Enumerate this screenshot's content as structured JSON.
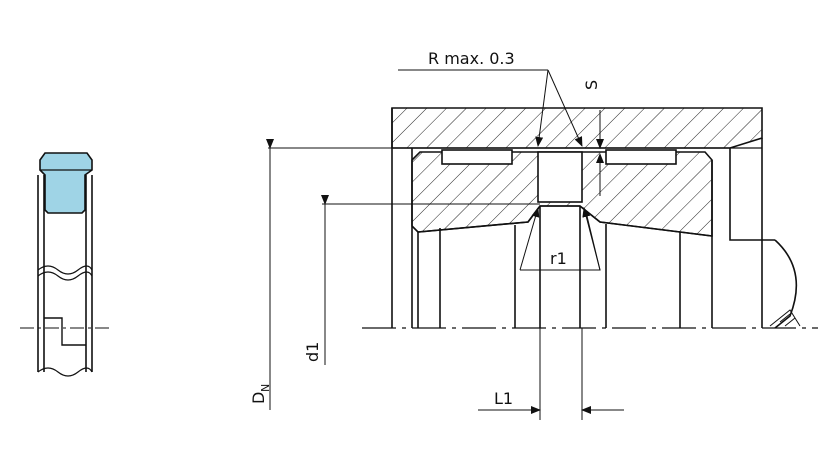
{
  "labels": {
    "radius_note": "R  max. 0.3",
    "s": "S",
    "r1": "r1",
    "d1": "d1",
    "dn_main": "D",
    "dn_sub": "N",
    "l1": "L1"
  },
  "colors": {
    "seal_fill": "#9fd4e6",
    "line": "#111111",
    "background": "#ffffff"
  }
}
